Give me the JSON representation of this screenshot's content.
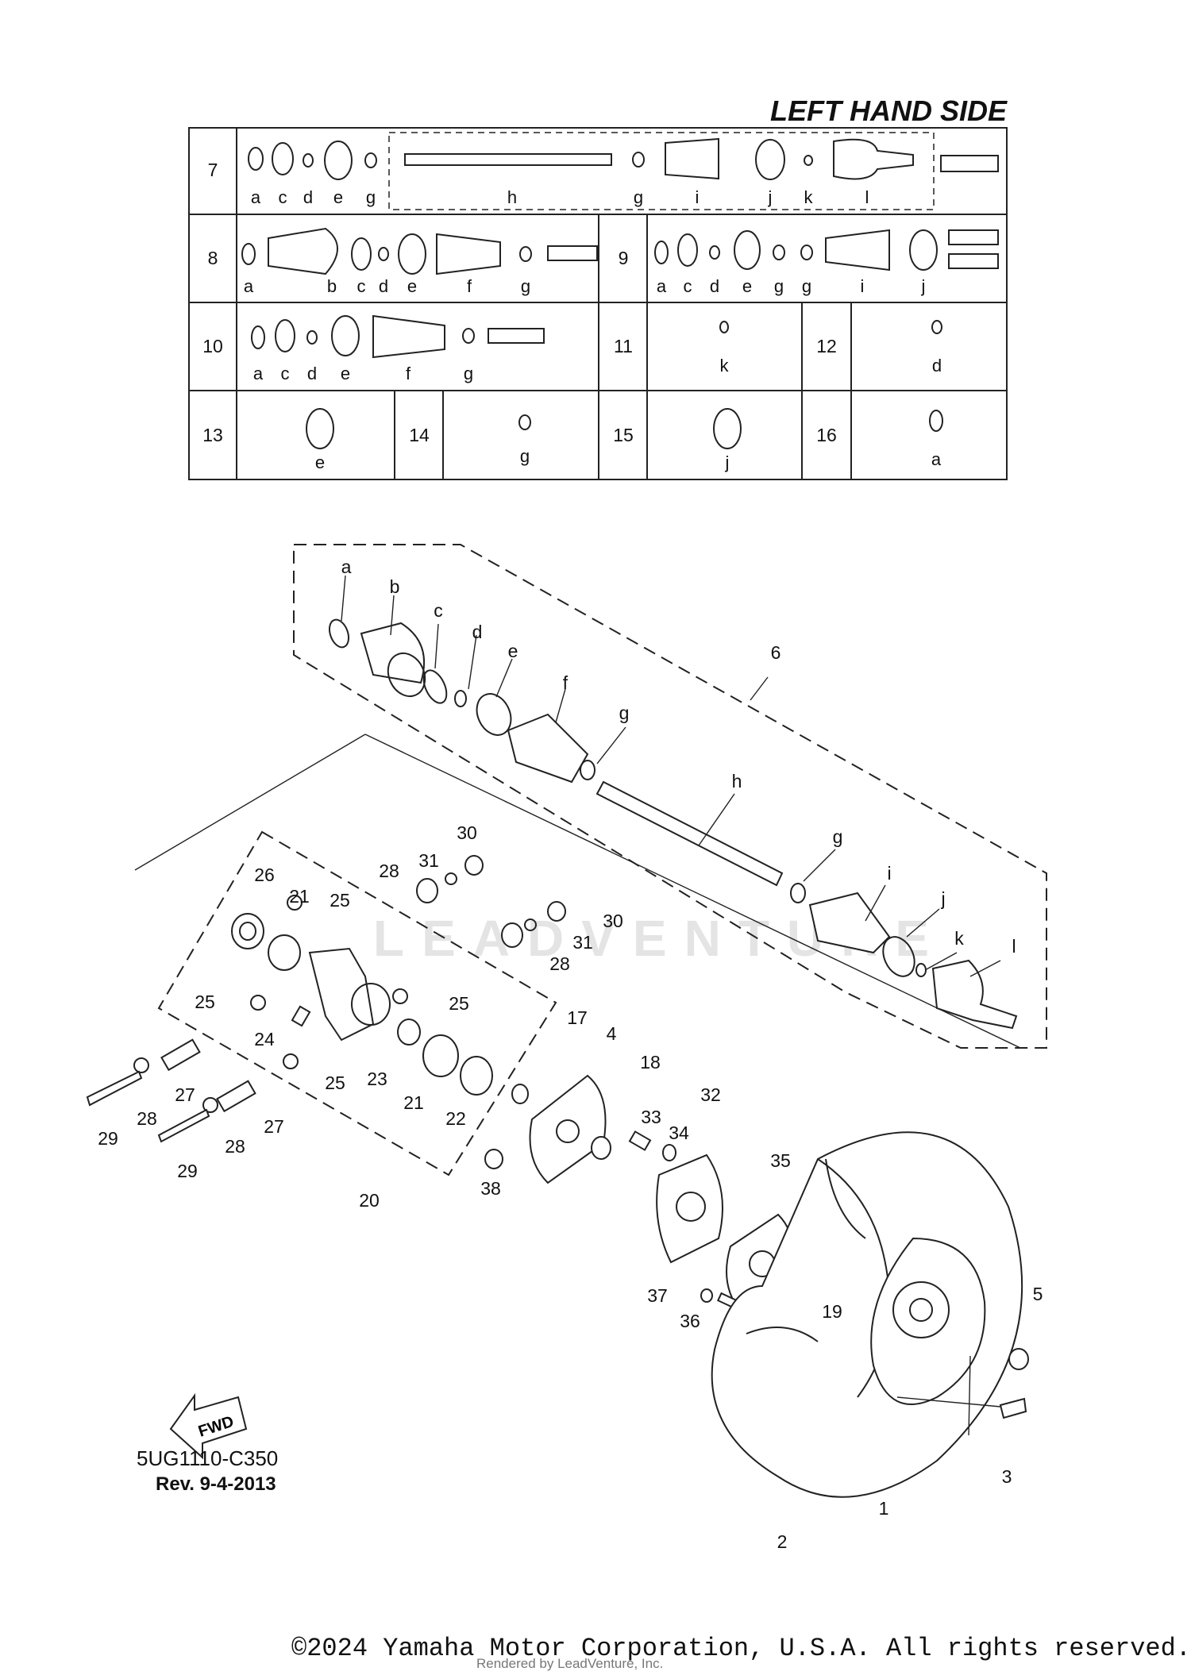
{
  "header": {
    "title": "LEFT HAND SIDE"
  },
  "table": {
    "row1": {
      "num": "7",
      "letters": [
        "a",
        "c",
        "d",
        "e",
        "g",
        "h",
        "g",
        "i",
        "j",
        "k",
        "l"
      ]
    },
    "row2": {
      "num_left": "8",
      "letters_left": [
        "a",
        "b",
        "c",
        "d",
        "e",
        "f",
        "g"
      ],
      "num_right": "9",
      "letters_right": [
        "a",
        "c",
        "d",
        "e",
        "g",
        "g",
        "i",
        "j"
      ]
    },
    "row3": {
      "num_left": "10",
      "letters_left": [
        "a",
        "c",
        "d",
        "e",
        "f",
        "g"
      ],
      "num_mid": "11",
      "letter_mid": "k",
      "num_right": "12",
      "letter_right": "d"
    },
    "row4": {
      "c13": "13",
      "l13": "e",
      "c14": "14",
      "l14": "g",
      "c15": "15",
      "l15": "j",
      "c16": "16",
      "l16": "a"
    }
  },
  "callouts": {
    "a": "a",
    "b": "b",
    "c": "c",
    "d": "d",
    "e": "e",
    "f": "f",
    "g": "g",
    "h": "h",
    "i": "i",
    "j": "j",
    "k": "k",
    "l": "l",
    "n1": "1",
    "n2": "2",
    "n3": "3",
    "n4": "4",
    "n5": "5",
    "n6": "6",
    "n17": "17",
    "n18": "18",
    "n19": "19",
    "n20": "20",
    "n21": "21",
    "n22": "22",
    "n23": "23",
    "n24": "24",
    "n25": "25",
    "n26": "26",
    "n27": "27",
    "n28": "28",
    "n29": "29",
    "n30": "30",
    "n31": "31",
    "n32": "32",
    "n33": "33",
    "n34": "34",
    "n35": "35",
    "n36": "36",
    "n37": "37",
    "n38": "38"
  },
  "fwd_label": "FWD",
  "diagram_id": "5UG1110-C350",
  "revision": "Rev.  9-4-2013",
  "watermark": "LEADVENTURE",
  "copyright": "©2024 Yamaha Motor Corporation, U.S.A. All rights reserved.",
  "rendered_by": "Rendered by LeadVenture, Inc."
}
